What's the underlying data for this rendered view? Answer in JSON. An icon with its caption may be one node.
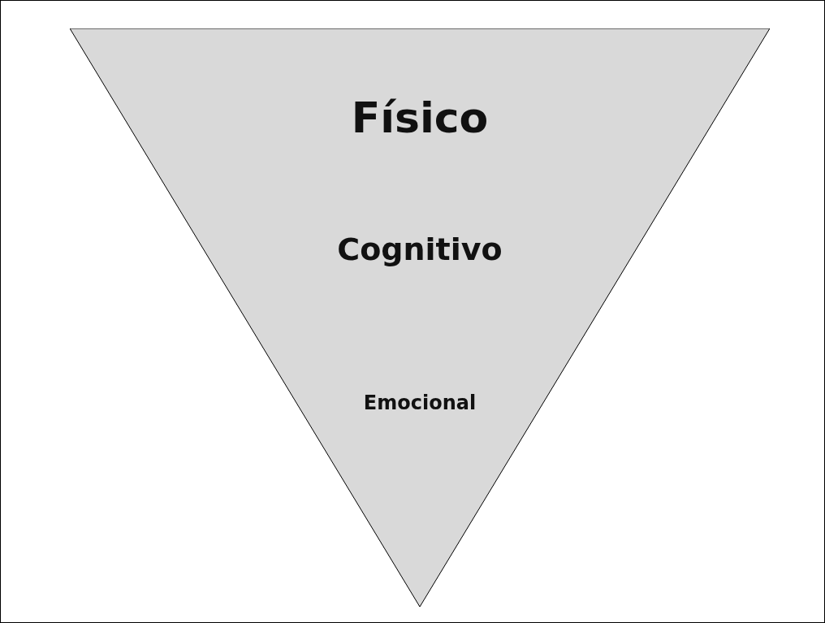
{
  "diagram": {
    "nodes": [
      {
        "text": [
          "Físico",
          "Cognitivo",
          "Emocional"
        ]
      }
    ]
  }
}
